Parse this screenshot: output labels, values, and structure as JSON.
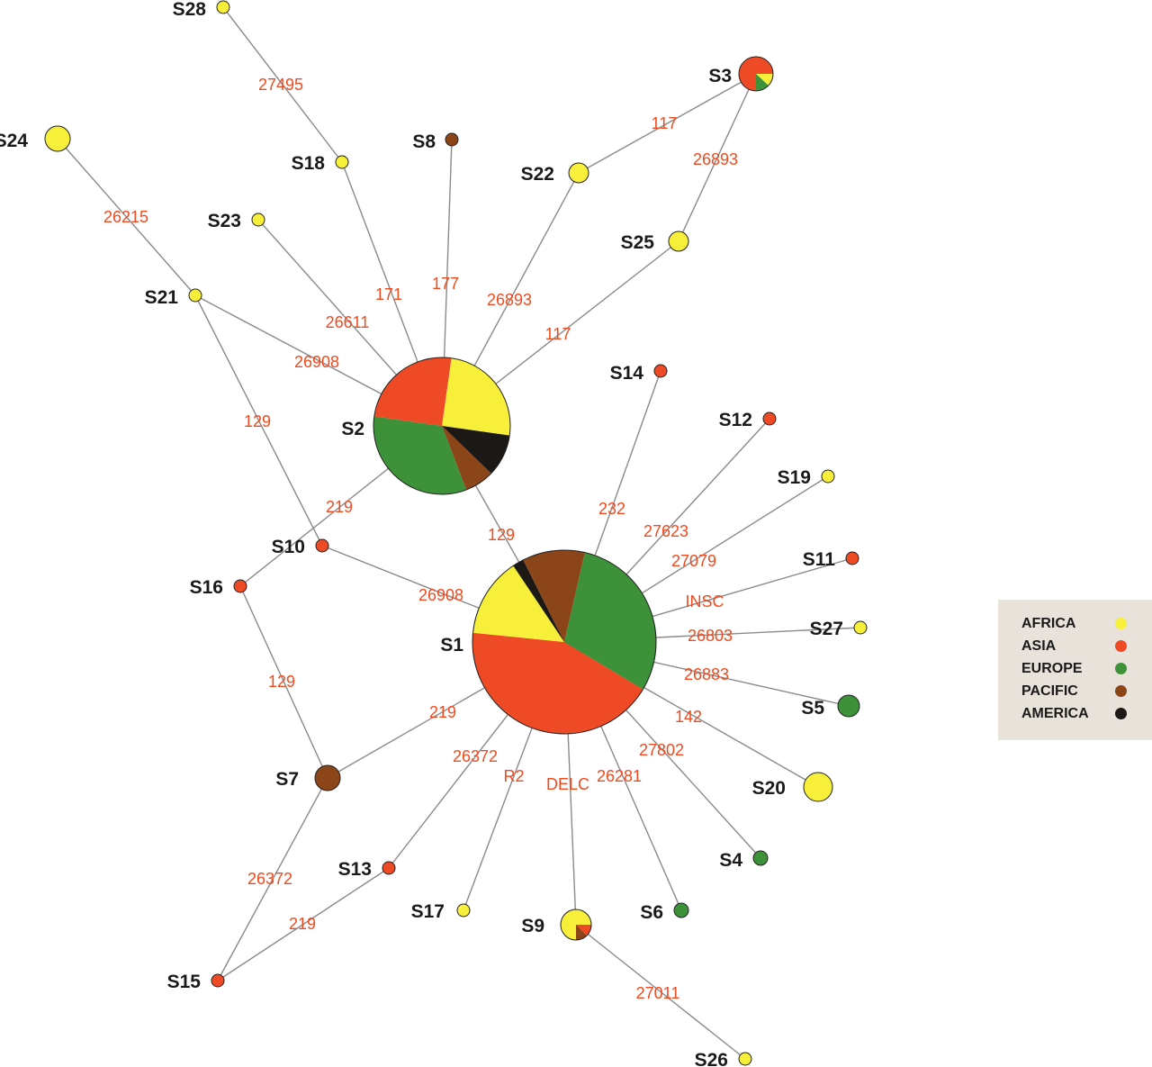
{
  "colors": {
    "africa": "#f7ef3a",
    "asia": "#ee4a25",
    "europe": "#3d9138",
    "pacific": "#8b4518",
    "america": "#1c1816",
    "edge": "#8a8a8a",
    "edge_label": "#f04a1e"
  },
  "legend": [
    {
      "label": "AFRICA",
      "color": "#f7ef3a"
    },
    {
      "label": "ASIA",
      "color": "#ee4a25"
    },
    {
      "label": "EUROPE",
      "color": "#3d9138"
    },
    {
      "label": "PACIFIC",
      "color": "#8b4518"
    },
    {
      "label": "AMERICA",
      "color": "#1c1816"
    }
  ],
  "nodes": [
    {
      "id": "S1",
      "label": "S1",
      "composition": {
        "asia": 0.43,
        "africa": 0.14,
        "america": 0.02,
        "pacific": 0.11,
        "europe": 0.3
      }
    },
    {
      "id": "S2",
      "label": "S2",
      "composition": {
        "africa": 0.25,
        "america": 0.1,
        "pacific": 0.07,
        "europe": 0.33,
        "asia": 0.25
      }
    },
    {
      "id": "S3",
      "label": "S3",
      "composition": {
        "africa": 0.12,
        "europe": 0.13,
        "asia": 0.75
      }
    },
    {
      "id": "S4",
      "label": "S4",
      "composition": {
        "europe": 1
      }
    },
    {
      "id": "S5",
      "label": "S5",
      "composition": {
        "europe": 1
      }
    },
    {
      "id": "S6",
      "label": "S6",
      "composition": {
        "europe": 1
      }
    },
    {
      "id": "S7",
      "label": "S7",
      "composition": {
        "pacific": 1
      }
    },
    {
      "id": "S8",
      "label": "S8",
      "composition": {
        "pacific": 1
      }
    },
    {
      "id": "S9",
      "label": "S9",
      "composition": {
        "asia": 0.125,
        "pacific": 0.125,
        "africa": 0.75
      }
    },
    {
      "id": "S10",
      "label": "S10",
      "composition": {
        "asia": 1
      }
    },
    {
      "id": "S11",
      "label": "S11",
      "composition": {
        "asia": 1
      }
    },
    {
      "id": "S12",
      "label": "S12",
      "composition": {
        "asia": 1
      }
    },
    {
      "id": "S13",
      "label": "S13",
      "composition": {
        "asia": 1
      }
    },
    {
      "id": "S14",
      "label": "S14",
      "composition": {
        "asia": 1
      }
    },
    {
      "id": "S15",
      "label": "S15",
      "composition": {
        "asia": 1
      }
    },
    {
      "id": "S16",
      "label": "S16",
      "composition": {
        "asia": 1
      }
    },
    {
      "id": "S17",
      "label": "S17",
      "composition": {
        "africa": 1
      }
    },
    {
      "id": "S18",
      "label": "S18",
      "composition": {
        "africa": 1
      }
    },
    {
      "id": "S19",
      "label": "S19",
      "composition": {
        "africa": 1
      }
    },
    {
      "id": "S20",
      "label": "S20",
      "composition": {
        "africa": 1
      }
    },
    {
      "id": "S21",
      "label": "S21",
      "composition": {
        "africa": 1
      }
    },
    {
      "id": "S22",
      "label": "S22",
      "composition": {
        "africa": 1
      }
    },
    {
      "id": "S23",
      "label": "S23",
      "composition": {
        "africa": 1
      }
    },
    {
      "id": "S24",
      "label": "S24",
      "composition": {
        "africa": 1
      }
    },
    {
      "id": "S25",
      "label": "S25",
      "composition": {
        "africa": 1
      }
    },
    {
      "id": "S26",
      "label": "S26",
      "composition": {
        "africa": 1
      }
    },
    {
      "id": "S27",
      "label": "S27",
      "composition": {
        "africa": 1
      }
    },
    {
      "id": "S28",
      "label": "S28",
      "composition": {
        "africa": 1
      }
    }
  ],
  "edges": [
    {
      "from": "S28",
      "to": "S18",
      "label": "27495"
    },
    {
      "from": "S18",
      "to": "S2",
      "label": "171"
    },
    {
      "from": "S8",
      "to": "S2",
      "label": "177"
    },
    {
      "from": "S23",
      "to": "S2",
      "label": "26611"
    },
    {
      "from": "S21",
      "to": "S2",
      "label": "26908"
    },
    {
      "from": "S24",
      "to": "S21",
      "label": "26215"
    },
    {
      "from": "S21",
      "to": "S10",
      "label": "129"
    },
    {
      "from": "S22",
      "to": "S2",
      "label": "26893"
    },
    {
      "from": "S3",
      "to": "S22",
      "label": "117"
    },
    {
      "from": "S3",
      "to": "S25",
      "label": "26893"
    },
    {
      "from": "S25",
      "to": "S2",
      "label": "117"
    },
    {
      "from": "S2",
      "to": "S16",
      "label": "219"
    },
    {
      "from": "S2",
      "to": "S1",
      "label": "129"
    },
    {
      "from": "S10",
      "to": "S1",
      "label": "26908"
    },
    {
      "from": "S16",
      "to": "S7",
      "label": "129"
    },
    {
      "from": "S7",
      "to": "S1",
      "label": "219"
    },
    {
      "from": "S7",
      "to": "S15",
      "label": "26372"
    },
    {
      "from": "S13",
      "to": "S15",
      "label": "219"
    },
    {
      "from": "S13",
      "to": "S1",
      "label": "26372"
    },
    {
      "from": "S17",
      "to": "S1",
      "label": "R2"
    },
    {
      "from": "S9",
      "to": "S1",
      "label": "DELC"
    },
    {
      "from": "S9",
      "to": "S26",
      "label": "27011"
    },
    {
      "from": "S6",
      "to": "S1",
      "label": "26281"
    },
    {
      "from": "S4",
      "to": "S1",
      "label": "27802"
    },
    {
      "from": "S20",
      "to": "S1",
      "label": "142"
    },
    {
      "from": "S5",
      "to": "S1",
      "label": "26883"
    },
    {
      "from": "S27",
      "to": "S1",
      "label": "26803"
    },
    {
      "from": "S11",
      "to": "S1",
      "label": "INSC"
    },
    {
      "from": "S19",
      "to": "S1",
      "label": "27079"
    },
    {
      "from": "S12",
      "to": "S1",
      "label": "27623"
    },
    {
      "from": "S14",
      "to": "S1",
      "label": "232"
    }
  ]
}
